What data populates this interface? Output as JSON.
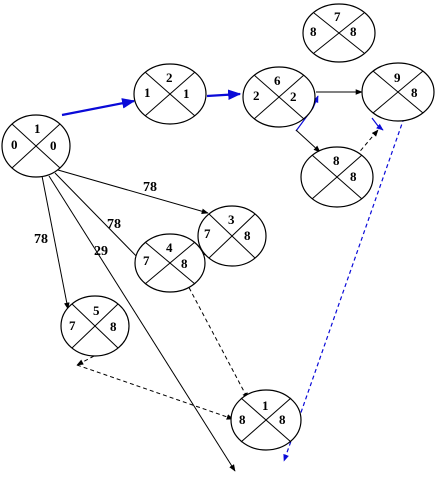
{
  "colors": {
    "line": "#000000",
    "critical": "#0a0ad8",
    "background": "#ffffff"
  },
  "nodes": [
    {
      "id": "n-top-right",
      "top": "7",
      "left": "8",
      "right": "8"
    },
    {
      "id": "n-start",
      "top": "1",
      "left": "0",
      "right": "0"
    },
    {
      "id": "n-2",
      "top": "2",
      "left": "1",
      "right": "1"
    },
    {
      "id": "n-6",
      "top": "6",
      "left": "2",
      "right": "2"
    },
    {
      "id": "n-9",
      "top": "9",
      "left": "",
      "right": "8"
    },
    {
      "id": "n-8-mid",
      "top": "8",
      "left": "",
      "right": "8"
    },
    {
      "id": "n-3",
      "top": "3",
      "left": "7",
      "right": "8"
    },
    {
      "id": "n-4",
      "top": "4",
      "left": "7",
      "right": "8"
    },
    {
      "id": "n-5",
      "top": "5",
      "left": "7",
      "right": "8"
    },
    {
      "id": "n-end",
      "top": "1",
      "left": "8",
      "right": "8"
    }
  ],
  "edge_labels": [
    "78",
    "78",
    "78",
    "29"
  ]
}
